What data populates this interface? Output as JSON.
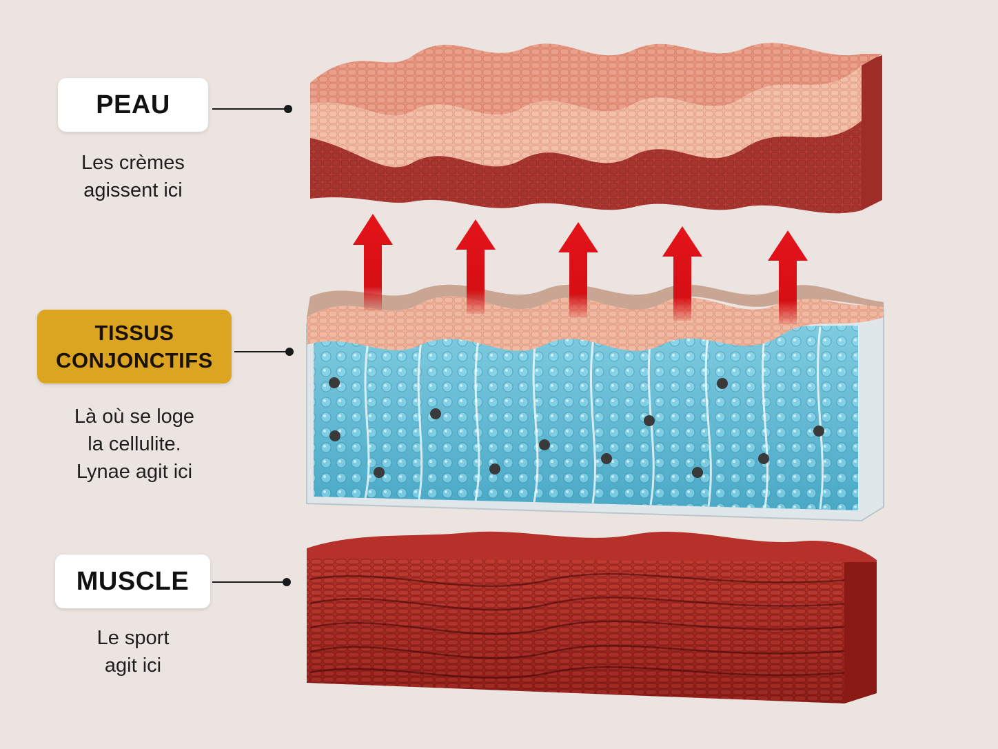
{
  "colors": {
    "background": "#ece4e0",
    "peau_label_bg": "#ffffff",
    "tissus_label_bg": "#dba421",
    "muscle_label_bg": "#ffffff",
    "arrow": "#d50f14",
    "skin_top": "#e89278",
    "skin_light": "#f2b49a",
    "skin_dark": "#b23a33",
    "fat_blue": "#5fbcd5",
    "muscle_red": "#a7261f"
  },
  "layers": [
    {
      "id": "peau",
      "title": "PEAU",
      "caption": "Les crèmes\nagissent ici"
    },
    {
      "id": "tissus",
      "title": "TISSUS\nCONJONCTIFS",
      "caption": "Là où se loge\nla cellulite.\nLynae agit ici"
    },
    {
      "id": "muscle",
      "title": "MUSCLE",
      "caption": "Le sport\nagit ici"
    }
  ],
  "icons": {
    "arrow": "up-arrow-icon",
    "connector_dot": "dot-icon"
  }
}
